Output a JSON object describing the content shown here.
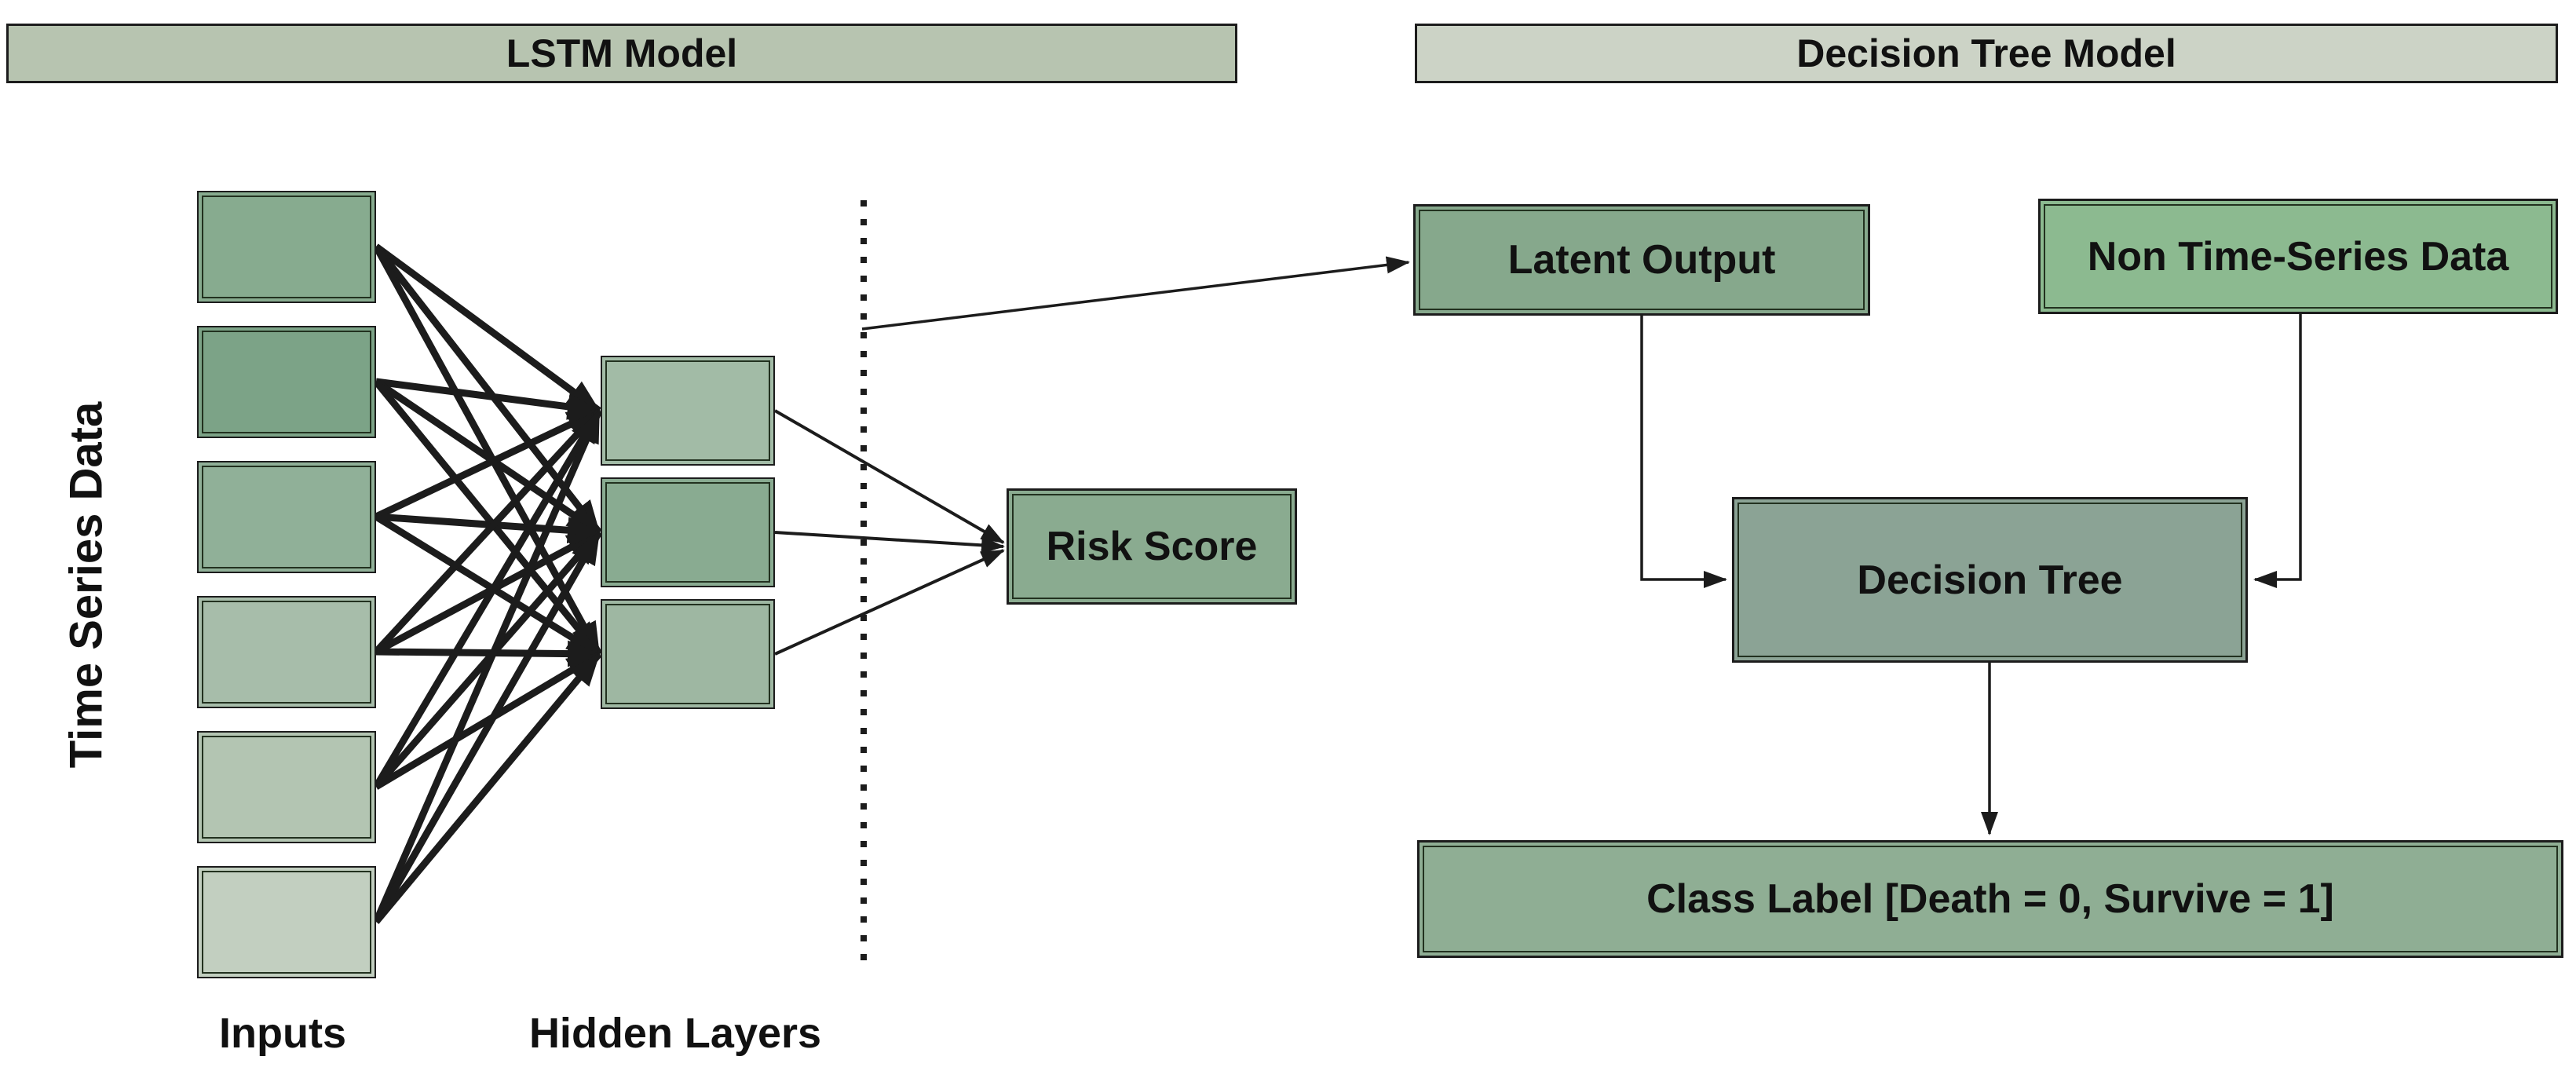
{
  "diagram_title": "LSTM + Decision Tree hybrid model architecture",
  "headers": {
    "lstm": {
      "label": "LSTM Model",
      "fill": "#b7c4b0"
    },
    "decision_tree": {
      "label": "Decision Tree Model",
      "fill": "#ccd3c6"
    }
  },
  "lstm_section": {
    "axis_label": "Time Series Data",
    "inputs_label": "Inputs",
    "hidden_label": "Hidden Layers",
    "input_boxes": [
      {
        "name": "input-1",
        "fill": "#87ab8f"
      },
      {
        "name": "input-2",
        "fill": "#7ca387"
      },
      {
        "name": "input-3",
        "fill": "#90b098"
      },
      {
        "name": "input-4",
        "fill": "#a7bdaa"
      },
      {
        "name": "input-5",
        "fill": "#b3c5b2"
      },
      {
        "name": "input-6",
        "fill": "#c2cfc0"
      }
    ],
    "hidden_boxes": [
      {
        "name": "hidden-1",
        "fill": "#a2bba6"
      },
      {
        "name": "hidden-2",
        "fill": "#89ab91"
      },
      {
        "name": "hidden-3",
        "fill": "#9eb7a2"
      }
    ],
    "risk_score": {
      "label": "Risk Score",
      "fill": "#8aab90"
    }
  },
  "decision_section": {
    "latent_output": {
      "label": "Latent Output",
      "fill": "#86a88c"
    },
    "non_time_series": {
      "label": "Non Time-Series Data",
      "fill": "#8cba90"
    },
    "decision_tree": {
      "label": "Decision Tree",
      "fill": "#8ba395"
    },
    "class_label": {
      "label": "Class Label [Death = 0, Survive = 1]",
      "fill": "#8fae94"
    }
  },
  "line_color": "#1c1c1c"
}
